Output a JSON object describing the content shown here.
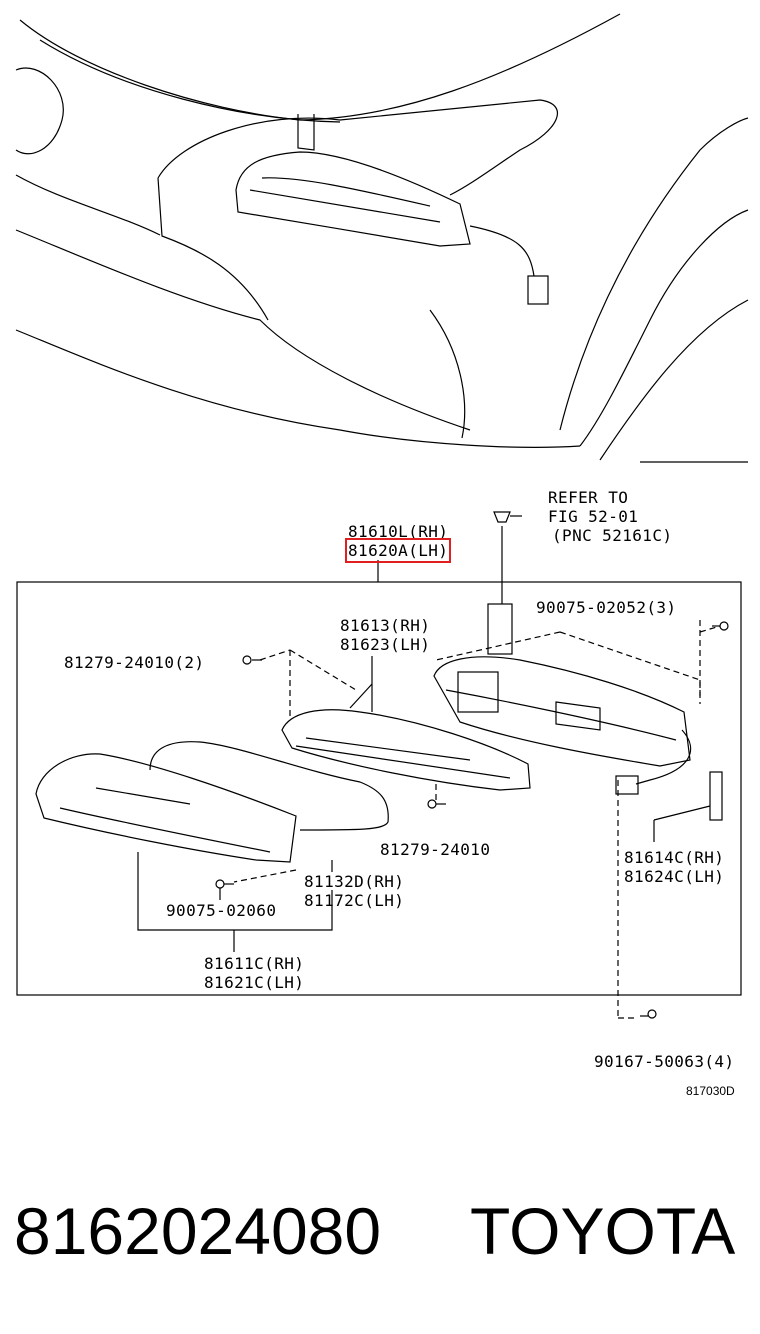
{
  "diagram": {
    "labels": {
      "refer_line1": "REFER TO",
      "refer_line2": "FIG 52-01",
      "refer_line3": "(PNC 52161C)",
      "assy_rh": "81610L(RH)",
      "assy_lh": "81620A(LH)",
      "bolt_top_right": "90075-02052(3)",
      "housing_rh": "81613(RH)",
      "housing_lh": "81623(LH)",
      "screw_left": "81279-24010(2)",
      "screw_mid": "81279-24010",
      "socket_rh": "81614C(RH)",
      "socket_lh": "81624C(LH)",
      "wire_rh": "81132D(RH)",
      "wire_lh": "81172C(LH)",
      "bolt_left": "90075-02060",
      "lens_rh": "81611C(RH)",
      "lens_lh": "81621C(LH)",
      "bolt_bottom": "90167-50063(4)",
      "fig_code": "817030D"
    },
    "highlight_color": "#e02020"
  },
  "footer": {
    "part_number": "8162024080",
    "brand": "TOYOTA"
  }
}
